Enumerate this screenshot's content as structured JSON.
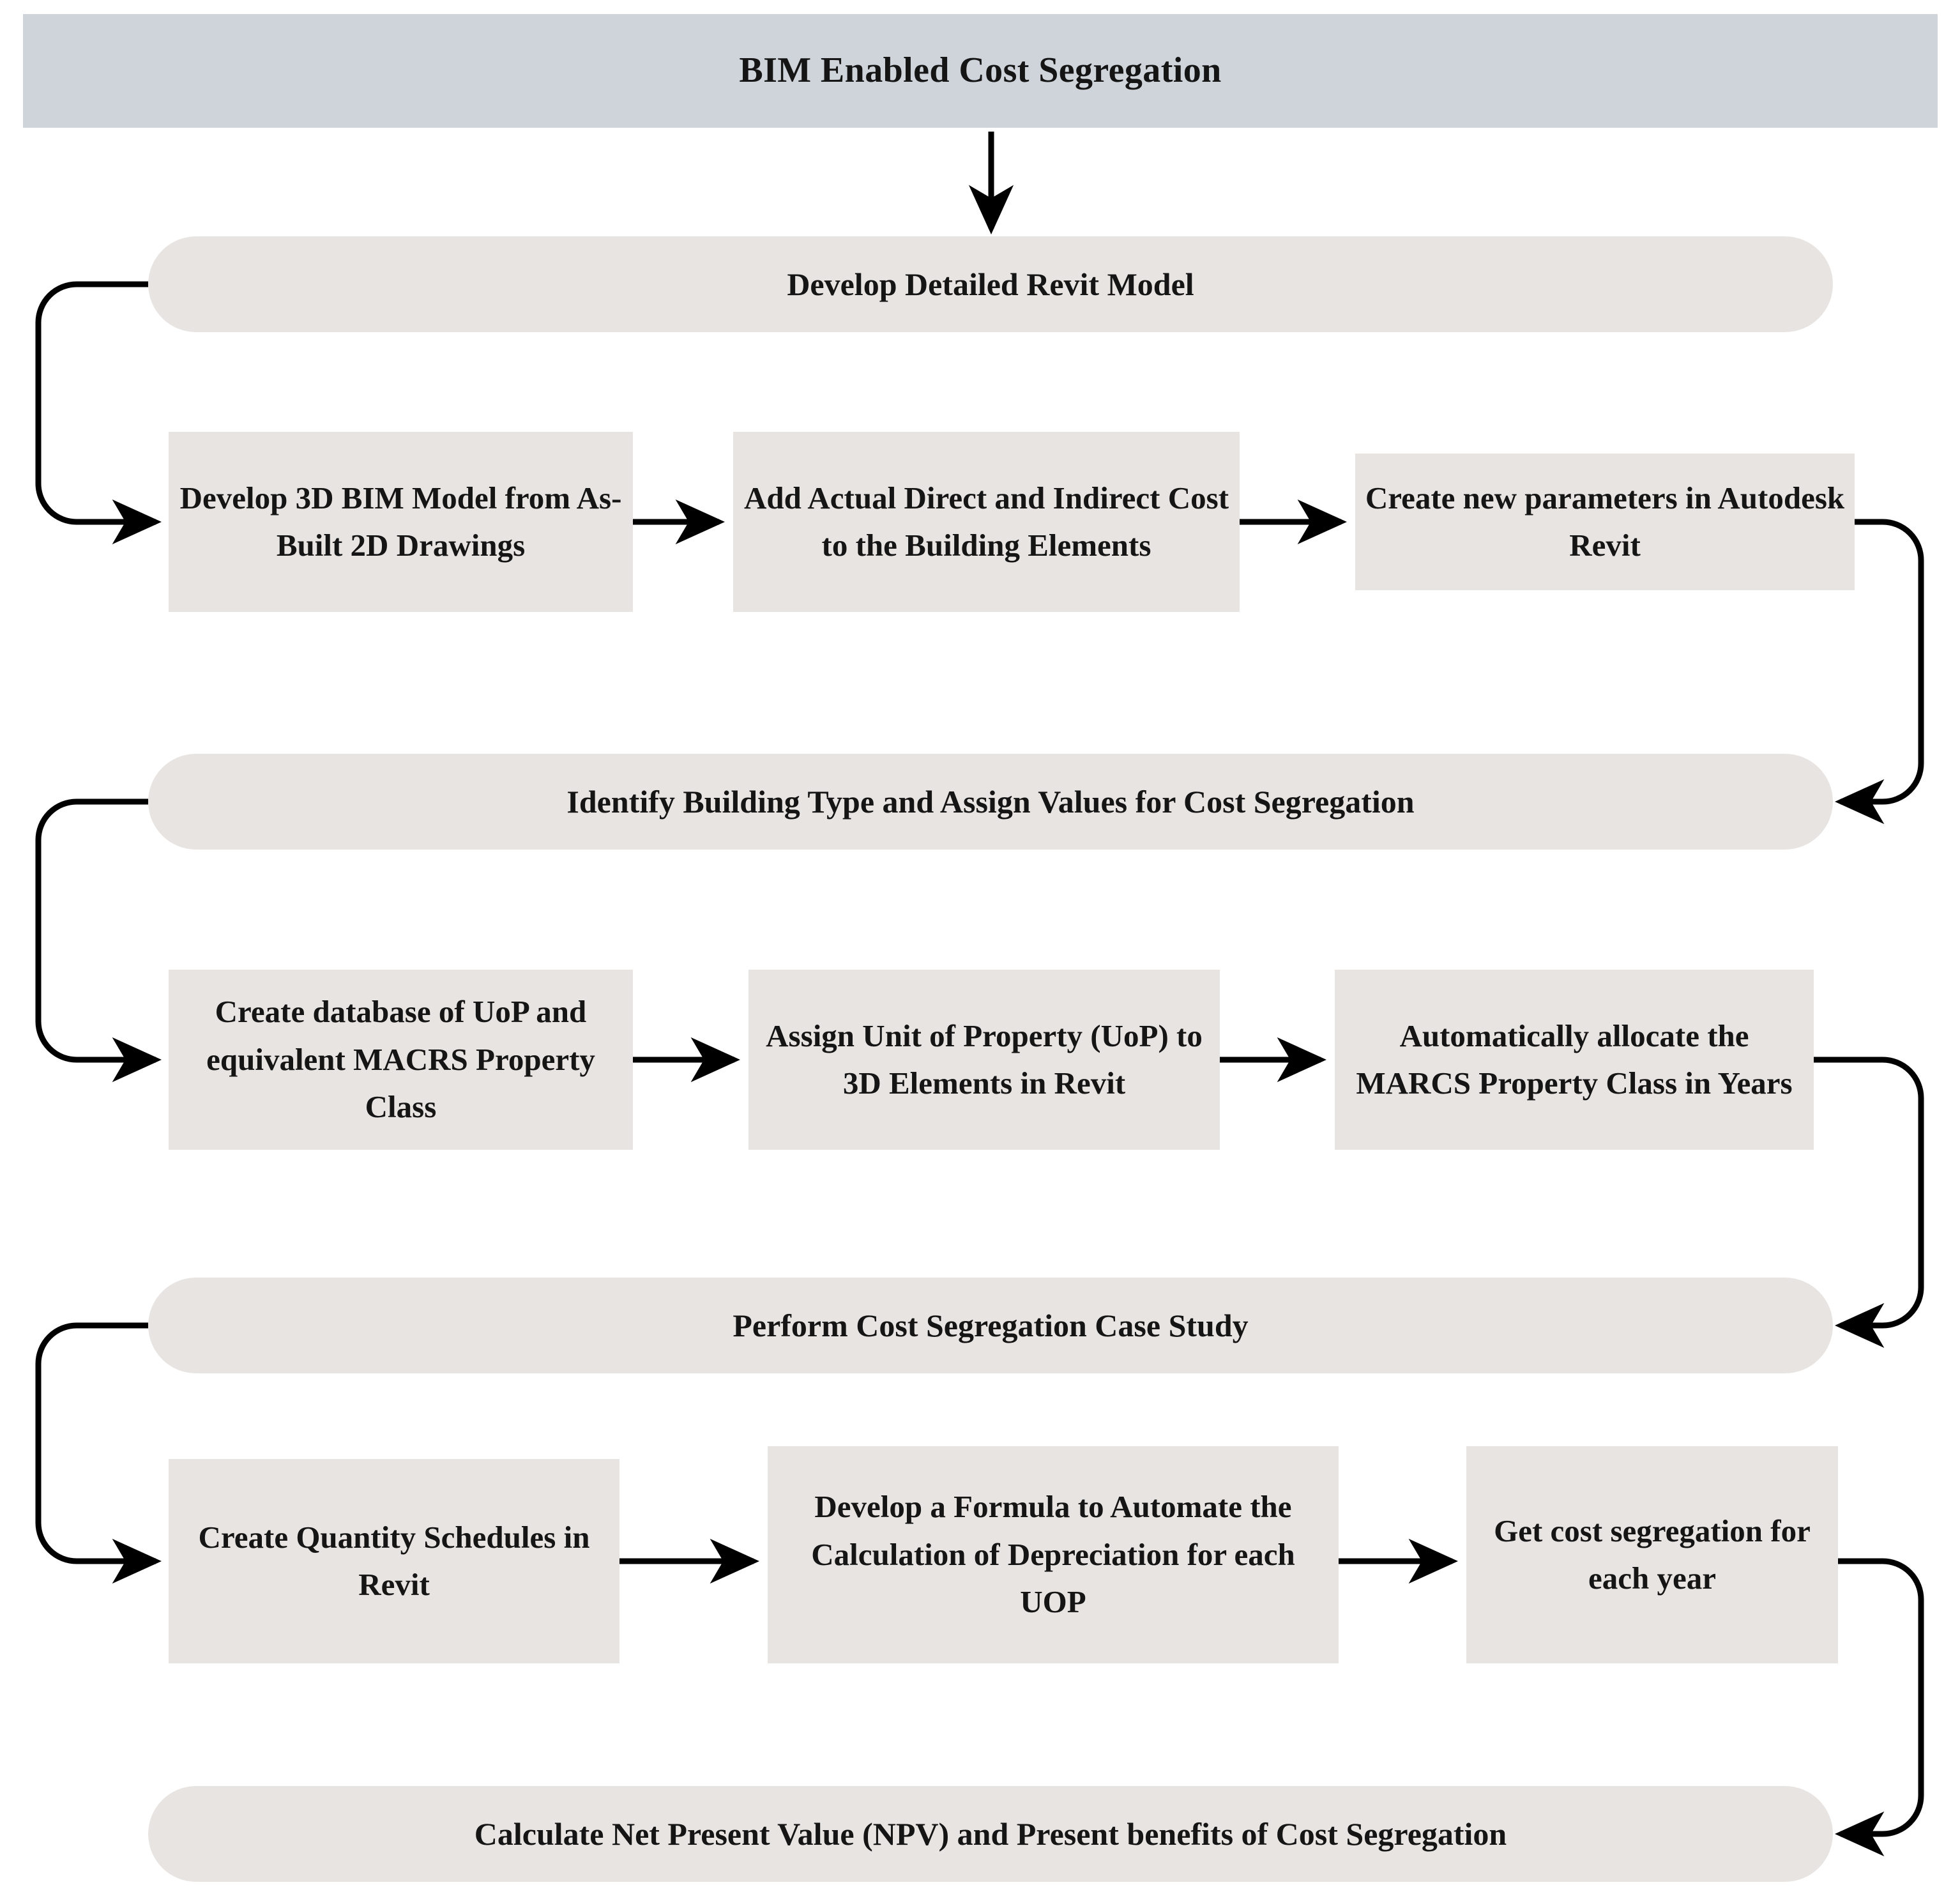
{
  "diagram": {
    "title": "BIM Enabled Cost Segregation",
    "colors": {
      "header_fill": "#ced4da",
      "node_fill": "#e8e4e2",
      "connector": "#000000",
      "text": "#151515",
      "background": "#ffffff"
    },
    "stages": [
      {
        "id": "stage-1",
        "pill": "Develop Detailed Revit Model",
        "steps": [
          "Develop 3D BIM Model from As-Built 2D Drawings",
          "Add Actual Direct and Indirect Cost to the Building Elements",
          "Create new parameters in Autodesk Revit"
        ]
      },
      {
        "id": "stage-2",
        "pill": "Identify Building Type and Assign Values for Cost Segregation",
        "steps": [
          "Create database of UoP and equivalent MACRS Property Class",
          "Assign Unit of Property (UoP) to 3D Elements in Revit",
          "Automatically allocate the MARCS Property Class in Years"
        ]
      },
      {
        "id": "stage-3",
        "pill": "Perform Cost Segregation Case Study",
        "steps": [
          "Create Quantity Schedules in Revit",
          "Develop a Formula to Automate the Calculation of Depreciation for each UOP",
          "Get cost segregation for each year"
        ]
      }
    ],
    "final_pill": "Calculate Net Present Value (NPV) and Present benefits of Cost Segregation"
  }
}
